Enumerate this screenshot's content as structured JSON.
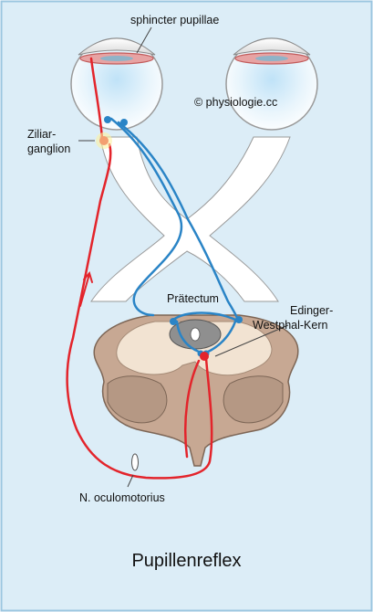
{
  "title": "Pupillenreflex",
  "copyright": "© physiologie.cc",
  "labels": {
    "sphincter": "sphincter pupillae",
    "ziliar_line1": "Ziliar-",
    "ziliar_line2": "ganglion",
    "praetectum": "Prätectum",
    "edinger_line1": "Edinger-",
    "edinger_line2": "Westphal-Kern",
    "oculomotorius": "N. oculomotorius"
  },
  "colors": {
    "background": "#dcedf7",
    "frame": "#9cc6e0",
    "afferent": "#2a84c6",
    "efferent": "#e3242b",
    "optic": "#ffffff",
    "brainstem": "#c7a893",
    "brainstem_light": "#f2e3d2"
  }
}
